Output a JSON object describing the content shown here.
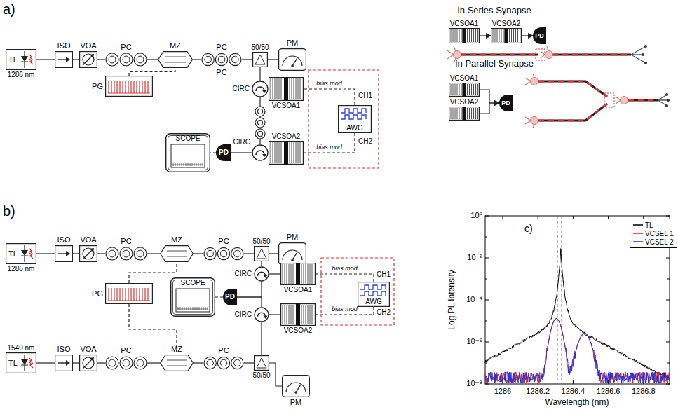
{
  "diagram": {
    "nodes": [
      {
        "text": [
          "TL",
          "1286 nm"
        ]
      },
      {
        "text": [
          "ISO"
        ]
      },
      {
        "text": [
          "VOA"
        ]
      },
      {
        "text": [
          "PC"
        ]
      },
      {
        "text": [
          "MZ"
        ]
      },
      {
        "text": [
          "PC"
        ]
      },
      {
        "text": [
          "50/50"
        ]
      },
      {
        "text": [
          "PM"
        ]
      },
      {
        "text": [
          "PG"
        ]
      },
      {
        "text": [
          "CIRC"
        ]
      },
      {
        "text": [
          "VCSOA1"
        ]
      },
      {
        "text": [
          "CIRC"
        ]
      },
      {
        "text": [
          "VCSOA2"
        ]
      },
      {
        "text": [
          "PD"
        ]
      },
      {
        "text": [
          "SCOPE"
        ]
      },
      {
        "text": [
          "AWG"
        ]
      },
      {
        "text": [
          "VCSOA1"
        ]
      },
      {
        "text": [
          "VCSOA2"
        ]
      },
      {
        "text": [
          "PD"
        ]
      },
      {
        "text": [
          "VCSOA1"
        ]
      },
      {
        "text": [
          "VCSOA2"
        ]
      },
      {
        "text": [
          "PD"
        ]
      },
      {
        "text": [
          "TL",
          "1286 nm"
        ]
      },
      {
        "text": [
          "ISO"
        ]
      },
      {
        "text": [
          "VOA"
        ]
      },
      {
        "text": [
          "PC"
        ]
      },
      {
        "text": [
          "MZ"
        ]
      },
      {
        "text": [
          "PC"
        ]
      },
      {
        "text": [
          "50/50"
        ]
      },
      {
        "text": [
          "PM"
        ]
      },
      {
        "text": [
          "PG"
        ]
      },
      {
        "text": [
          "CIRC"
        ]
      },
      {
        "text": [
          "VCSOA1"
        ]
      },
      {
        "text": [
          "CIRC"
        ]
      },
      {
        "text": [
          "VCSOA2"
        ]
      },
      {
        "text": [
          "PD"
        ]
      },
      {
        "text": [
          "SCOPE"
        ]
      },
      {
        "text": [
          "AWG"
        ]
      },
      {
        "text": [
          "1549 nm",
          "TL"
        ]
      },
      {
        "text": [
          "ISO"
        ]
      },
      {
        "text": [
          "VOA"
        ]
      },
      {
        "text": [
          "PC"
        ]
      },
      {
        "text": [
          "MZ"
        ]
      },
      {
        "text": [
          "PC"
        ]
      },
      {
        "text": [
          "50/50"
        ]
      },
      {
        "text": [
          "PM"
        ]
      }
    ],
    "edges": [
      {
        "from": 0,
        "to": 1,
        "arrow": "none"
      },
      {
        "from": 1,
        "to": 2,
        "arrow": "none"
      },
      {
        "from": 2,
        "to": 3,
        "arrow": "none"
      },
      {
        "from": 3,
        "to": 4,
        "arrow": "none"
      },
      {
        "from": 4,
        "to": 5,
        "arrow": "none"
      },
      {
        "from": 5,
        "to": 6,
        "arrow": "none"
      },
      {
        "from": 6,
        "to": 7,
        "arrow": "none"
      },
      {
        "from": 8,
        "to": 4,
        "arrow": "none"
      },
      {
        "from": 6,
        "to": 9,
        "arrow": "none"
      },
      {
        "from": 9,
        "to": 10,
        "arrow": "none"
      },
      {
        "from": 9,
        "to": 11,
        "arrow": "none"
      },
      {
        "from": 11,
        "to": 12,
        "arrow": "none"
      },
      {
        "from": 11,
        "to": 13,
        "arrow": "none"
      },
      {
        "from": 13,
        "to": 14,
        "arrow": "none"
      },
      {
        "from": 15,
        "to": 10,
        "label": "bias mod",
        "arrow": "none"
      },
      {
        "from": 15,
        "to": 12,
        "label": "bias mod",
        "arrow": "none"
      },
      {
        "from": 16,
        "to": 17,
        "arrow": "to"
      },
      {
        "from": 17,
        "to": 18,
        "arrow": "to"
      },
      {
        "from": 19,
        "to": 21,
        "arrow": "to"
      },
      {
        "from": 20,
        "to": 21,
        "arrow": "to"
      },
      {
        "from": 22,
        "to": 23,
        "arrow": "none"
      },
      {
        "from": 23,
        "to": 24,
        "arrow": "none"
      },
      {
        "from": 24,
        "to": 25,
        "arrow": "none"
      },
      {
        "from": 25,
        "to": 26,
        "arrow": "none"
      },
      {
        "from": 26,
        "to": 27,
        "arrow": "none"
      },
      {
        "from": 27,
        "to": 28,
        "arrow": "none"
      },
      {
        "from": 28,
        "to": 29,
        "arrow": "none"
      },
      {
        "from": 28,
        "to": 31,
        "arrow": "none"
      },
      {
        "from": 31,
        "to": 32,
        "arrow": "none"
      },
      {
        "from": 30,
        "to": 26,
        "arrow": "none"
      },
      {
        "from": 30,
        "to": 42,
        "arrow": "none"
      },
      {
        "from": 31,
        "to": 35,
        "arrow": "none"
      },
      {
        "from": 33,
        "to": 35,
        "arrow": "none"
      },
      {
        "from": 35,
        "to": 36,
        "arrow": "none"
      },
      {
        "from": 37,
        "to": 32,
        "label": "bias mod",
        "arrow": "none"
      },
      {
        "from": 37,
        "to": 34,
        "label": "bias mod",
        "arrow": "none"
      },
      {
        "from": 33,
        "to": 34,
        "arrow": "none"
      },
      {
        "from": 38,
        "to": 39,
        "arrow": "none"
      },
      {
        "from": 39,
        "to": 40,
        "arrow": "none"
      },
      {
        "from": 40,
        "to": 41,
        "arrow": "none"
      },
      {
        "from": 41,
        "to": 42,
        "arrow": "none"
      },
      {
        "from": 42,
        "to": 43,
        "arrow": "none"
      },
      {
        "from": 43,
        "to": 44,
        "arrow": "none"
      },
      {
        "from": 44,
        "to": 45,
        "arrow": "none"
      },
      {
        "from": 44,
        "to": 33,
        "arrow": "none"
      }
    ],
    "labels": [
      "a)",
      "In Series Synapse",
      "In Parallel Synapse",
      "PC",
      "CH1",
      "CH2",
      "b)",
      "CH1",
      "CH2",
      "c)",
      "10⁰",
      "10⁻²",
      "10⁻⁴",
      "10⁻⁶",
      "10⁻⁸",
      "1286",
      "1286.2",
      "1286.4",
      "1286.6",
      "1286.8",
      "Wavelength (nm)",
      "Log PL Intensity"
    ],
    "legend": [
      {
        "text": "TL"
      },
      {
        "text": "VCSEL 1"
      },
      {
        "text": "VCSEL 2"
      }
    ]
  }
}
